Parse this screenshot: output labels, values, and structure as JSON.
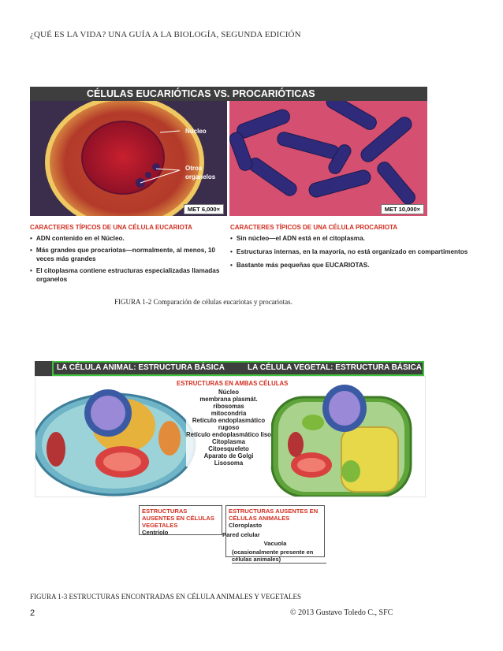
{
  "running_head": "¿QUÉ ES LA VIDA? UNA GUÍA A LA BIOLOGÍA, SEGUNDA EDICIÓN",
  "figure2": {
    "banner": "CÉLULAS EUCARIÓTICAS VS. PROCARIÓTICAS",
    "euk_photo": {
      "label_nucleus": "Núcleo",
      "label_organelles": "Otros organelos",
      "met": "MET 6,000×"
    },
    "pro_photo": {
      "met": "MET 10,000×"
    },
    "euk_heading": "CARACTERES TÍPICOS DE UNA CÉLULA EUCARIOTA",
    "euk_bullets": [
      "ADN contenido en el Núcleo.",
      "Más grandes que procariotas—normalmente, al menos, 10 veces más grandes",
      "El citoplasma contiene estructuras especializadas llamadas organelos"
    ],
    "pro_heading": "CARACTERES TÍPICOS DE UNA CÉLULA PROCARIOTA",
    "pro_bullets": [
      "Sin núcleo—el ADN está en el citoplasma.",
      "Estructuras internas, en la mayoría, no está organizado en compartimentos",
      "Bastante más pequeñas que EUCARIOTAS."
    ],
    "caption": "FIGURA 1-2 Comparación de células eucariotas y procariotas."
  },
  "figure3": {
    "bar_left": "LA CÉLULA ANIMAL: ESTRUCTURA BÁSICA",
    "bar_right": "LA CÉLULA VEGETAL: ESTRUCTURA BÁSICA",
    "both_heading": "ESTRUCTURAS EN AMBAS CÉLULAS",
    "both_labels": [
      "Núcleo",
      "membrana plasmát.",
      "ribosomas",
      "mitocondria",
      "Retículo endoplasmático rugoso",
      "Retículo endoplasmático liso",
      "Citoplasma",
      "Citoesqueleto",
      "Aparato de Golgi",
      "Lisosoma"
    ],
    "absent_plant_heading": "ESTRUCTURAS AUSENTES EN CÉLULAS VEGETALES",
    "absent_plant_items": [
      "Centríolo"
    ],
    "absent_animal_heading": "ESTRUCTURAS AUSENTES EN CÉLULAS ANIMALES",
    "absent_animal_items": [
      "Cloroplasto"
    ],
    "cell_wall": "Pared celular",
    "vacuole": "Vacuola",
    "vacuole_note": "(ocasionalmente presente en células animales)",
    "caption": "FIGURA 1-3 ESTRUCTURAS ENCONTRADAS EN CÉLULA ANIMALES Y VEGETALES"
  },
  "footer": {
    "page_number": "2",
    "copyright": "© 2013 Gustavo Toledo C., SFC"
  },
  "colors": {
    "banner": "#3e3e3e",
    "accent_red": "#d12d1f",
    "highlight_green": "#3ec33c"
  }
}
